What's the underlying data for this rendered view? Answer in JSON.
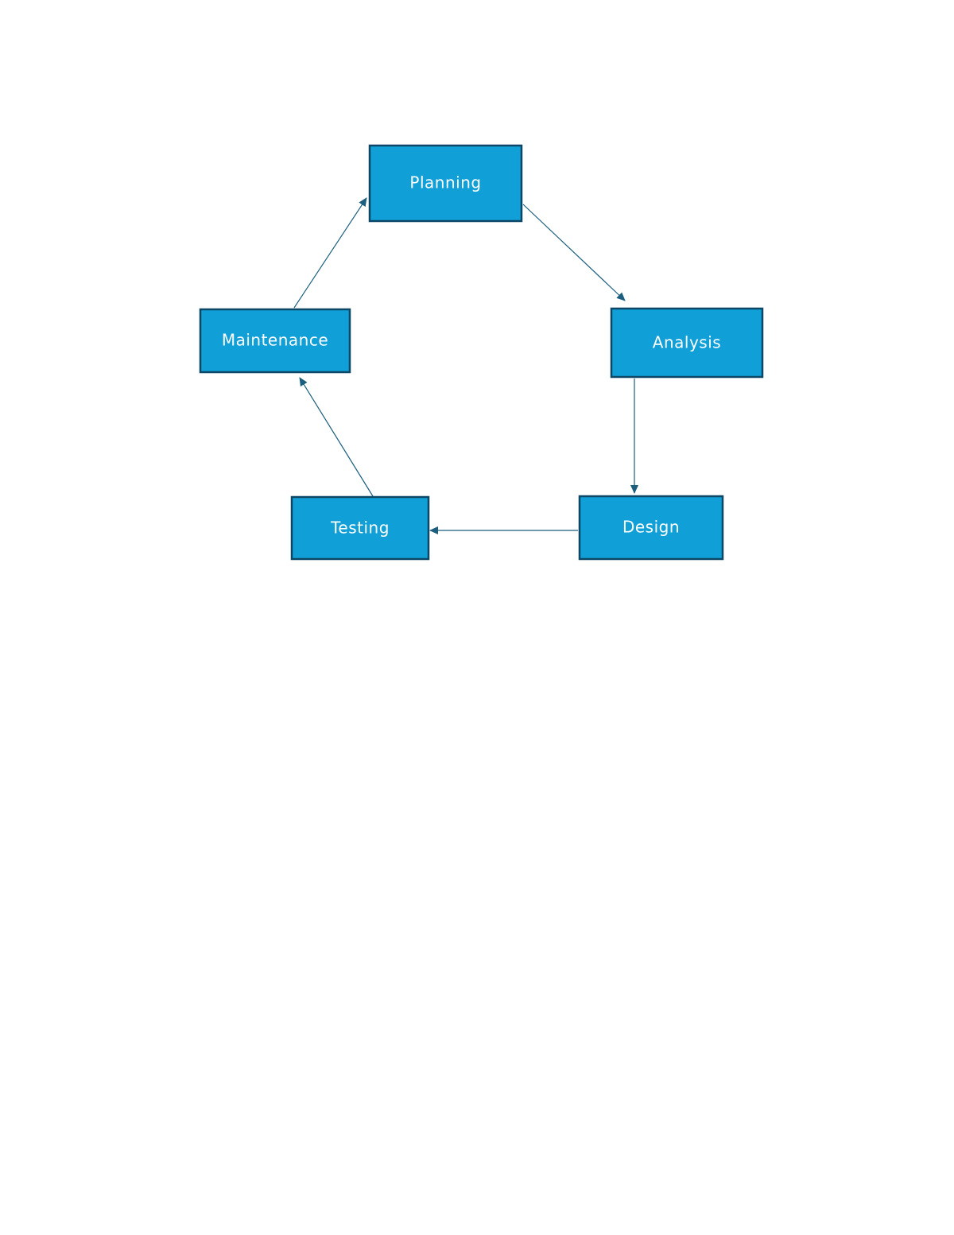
{
  "diagram": {
    "colors": {
      "box_fill": "#109fd6",
      "box_border": "#0d4766",
      "text": "#ffffff",
      "connector": "#1b5e7e",
      "background": "#ffffff"
    },
    "nodes": {
      "planning": "Planning",
      "analysis": "Analysis",
      "design": "Design",
      "testing": "Testing",
      "maintenance": "Maintenance"
    },
    "edges": [
      {
        "from": "Planning",
        "to": "Analysis"
      },
      {
        "from": "Analysis",
        "to": "Design"
      },
      {
        "from": "Design",
        "to": "Testing"
      },
      {
        "from": "Testing",
        "to": "Maintenance"
      },
      {
        "from": "Maintenance",
        "to": "Planning"
      }
    ]
  }
}
